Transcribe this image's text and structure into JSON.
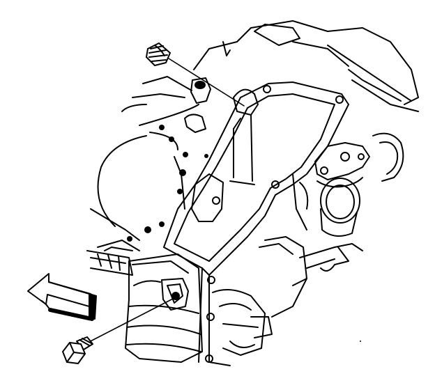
{
  "figure": {
    "kind": "line-art engine block illustration",
    "line_color": "#000000",
    "background": "#ffffff",
    "parts": [
      {
        "name": "threaded-plug",
        "icon": "threaded-plug-icon"
      },
      {
        "name": "drain-plug-bolt",
        "icon": "hex-bolt-icon"
      },
      {
        "name": "front-direction-arrow",
        "icon": "arrow-left-icon",
        "points": "left"
      }
    ]
  }
}
